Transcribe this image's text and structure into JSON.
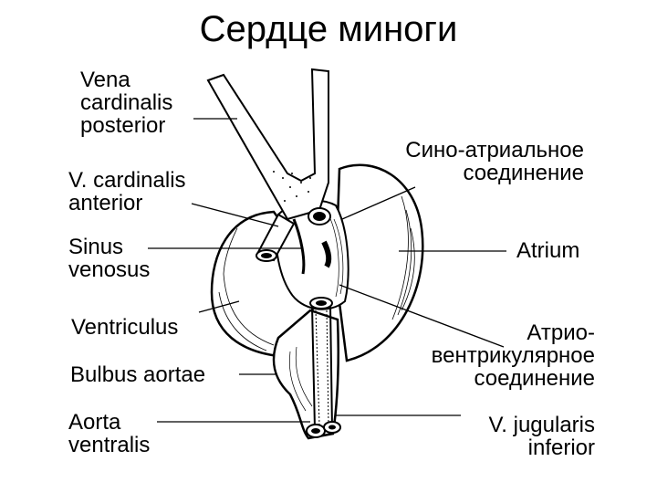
{
  "title": "Сердце миноги",
  "labels": {
    "vena_cardinalis_posterior": "Vena\ncardinalis\nposterior",
    "v_cardinalis_anterior": "V. cardinalis\nanterior",
    "sinus_venosus": "Sinus\nvenosus",
    "ventriculus": "Ventriculus",
    "bulbus_aortae": "Bulbus aortae",
    "aorta_ventralis": "Aorta\nventralis",
    "sino_atrial": "Сино-атриальное\nсоединение",
    "atrium": "Atrium",
    "atrio_ventricular": "Атрио-\nвентрикулярное\nсоединение",
    "v_jugularis_inferior": "V. jugularis\ninferior"
  }
}
